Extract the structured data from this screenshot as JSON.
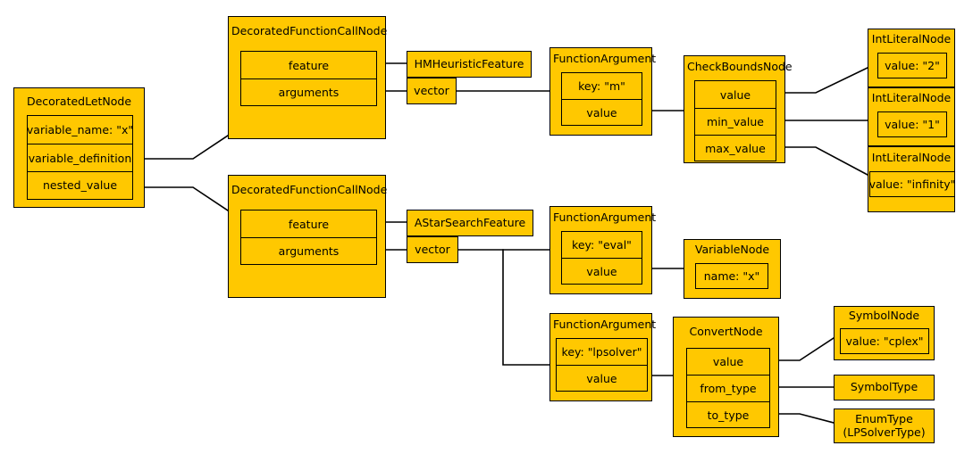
{
  "diagram": {
    "type": "ast-object-graph",
    "background": "#ffffff",
    "node_fill": "#FFC800",
    "node_stroke": "#000000",
    "text_color": "#000000"
  },
  "nodes": {
    "decorated_let": {
      "title": "DecoratedLetNode",
      "fields": [
        {
          "label": "variable_name: \"x\""
        },
        {
          "label": "variable_definition"
        },
        {
          "label": "nested_value"
        }
      ]
    },
    "decorated_call_top": {
      "title": "DecoratedFunctionCallNode",
      "fields": [
        {
          "label": "feature"
        },
        {
          "label": "arguments"
        }
      ]
    },
    "decorated_call_bottom": {
      "title": "DecoratedFunctionCallNode",
      "fields": [
        {
          "label": "feature"
        },
        {
          "label": "arguments"
        }
      ]
    },
    "hm_heuristic_feature": {
      "title": "HMHeuristicFeature"
    },
    "hm_heuristic_vector": {
      "title": "vector"
    },
    "astar_search_feature": {
      "title": "AStarSearchFeature"
    },
    "astar_search_vector": {
      "title": "vector"
    },
    "function_argument_m": {
      "title": "FunctionArgument",
      "fields": [
        {
          "label": "key: \"m\""
        },
        {
          "label": "value"
        }
      ]
    },
    "function_argument_eval": {
      "title": "FunctionArgument",
      "fields": [
        {
          "label": "key: \"eval\""
        },
        {
          "label": "value"
        }
      ]
    },
    "function_argument_lpsolver": {
      "title": "FunctionArgument",
      "fields": [
        {
          "label": "key: \"lpsolver\""
        },
        {
          "label": "value"
        }
      ]
    },
    "check_bounds": {
      "title": "CheckBoundsNode",
      "fields": [
        {
          "label": "value"
        },
        {
          "label": "min_value"
        },
        {
          "label": "max_value"
        }
      ]
    },
    "int_literal_2": {
      "title": "IntLiteralNode",
      "fields": [
        {
          "label": "value: \"2\""
        }
      ]
    },
    "int_literal_1": {
      "title": "IntLiteralNode",
      "fields": [
        {
          "label": "value: \"1\""
        }
      ]
    },
    "int_literal_infinity": {
      "title": "IntLiteralNode",
      "fields": [
        {
          "label": "value: \"infinity\""
        }
      ]
    },
    "variable_node_x": {
      "title": "VariableNode",
      "fields": [
        {
          "label": "name: \"x\""
        }
      ]
    },
    "convert_node": {
      "title": "ConvertNode",
      "fields": [
        {
          "label": "value"
        },
        {
          "label": "from_type"
        },
        {
          "label": "to_type"
        }
      ]
    },
    "symbol_node_cplex": {
      "title": "SymbolNode",
      "fields": [
        {
          "label": "value: \"cplex\""
        }
      ]
    },
    "symbol_type": {
      "title": "SymbolType"
    },
    "enum_type": {
      "title": "EnumType\n(LPSolverType)"
    }
  }
}
